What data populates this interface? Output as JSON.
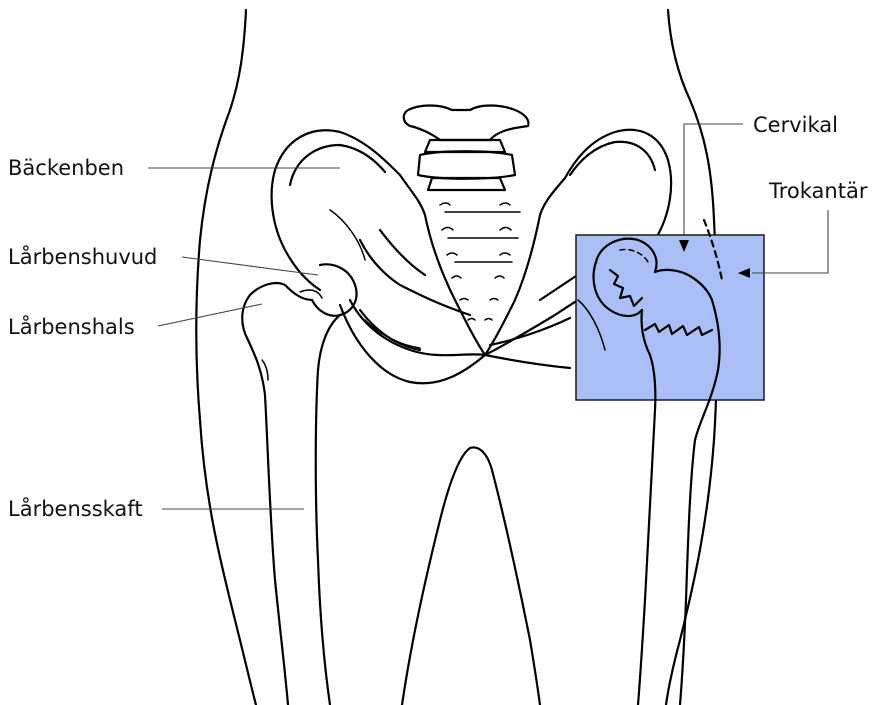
{
  "labels": {
    "pelvis": "Bäckenben",
    "femoral_head": "Lårbenshuvud",
    "femoral_neck": "Lårbenshals",
    "femoral_shaft": "Lårbensskaft",
    "cervical": "Cervikal",
    "trochanteric": "Trokantär"
  },
  "colors": {
    "highlight": "#a9bff5",
    "highlight_border": "#1a1a1a",
    "line": "#000000",
    "text": "#111111"
  }
}
